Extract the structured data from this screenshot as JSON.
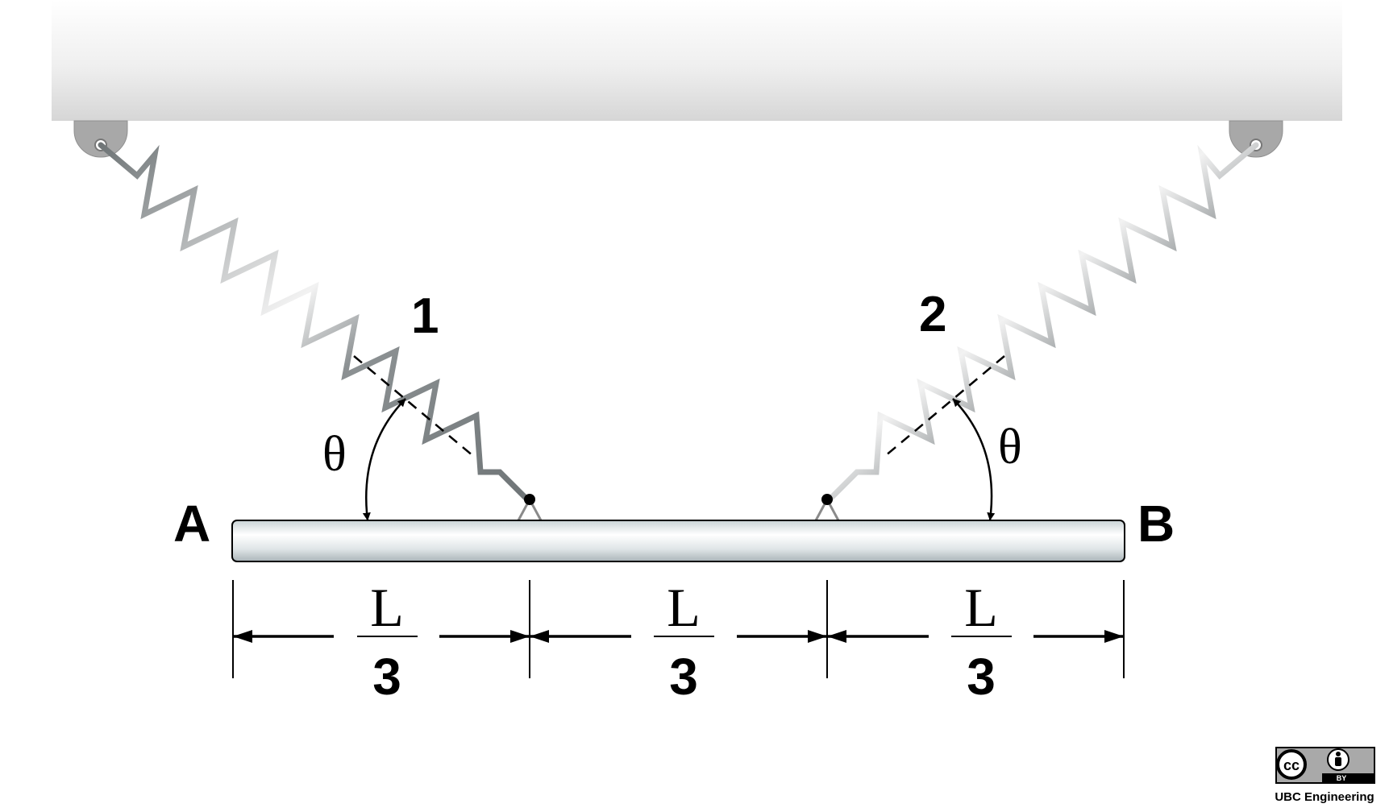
{
  "labels": {
    "end_a": "A",
    "end_b": "B",
    "spring_1": "1",
    "spring_2": "2",
    "angle_left": "θ",
    "angle_right": "θ"
  },
  "dimensions": [
    {
      "numerator": "L",
      "denominator": "3"
    },
    {
      "numerator": "L",
      "denominator": "3"
    },
    {
      "numerator": "L",
      "denominator": "3"
    }
  ],
  "license": {
    "cc_mark": "cc",
    "by_mark": "BY",
    "credit": "UBC Engineering",
    "icons": [
      "creative-commons-icon",
      "attribution-person-icon"
    ]
  }
}
